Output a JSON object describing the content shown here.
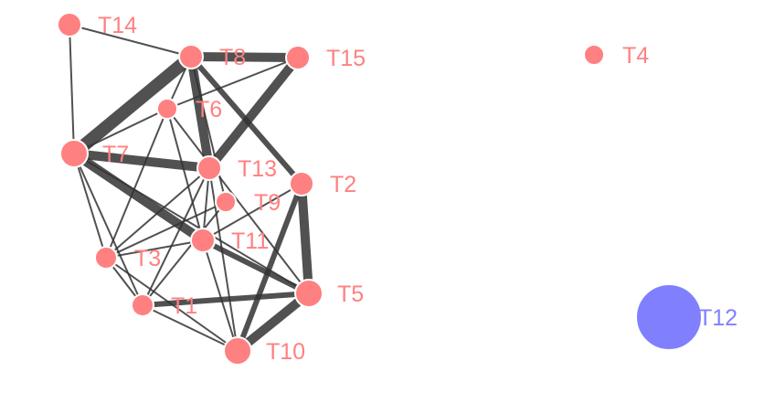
{
  "graph": {
    "edge_color": "#333333",
    "node_color": "#ff8080",
    "isolated_node_color": "#8080ff",
    "label_color": "#ff8080",
    "isolated_label_color": "#8080ff",
    "nodes": [
      {
        "id": "T14",
        "label": "T14"
      },
      {
        "id": "T8",
        "label": "T8"
      },
      {
        "id": "T15",
        "label": "T15"
      },
      {
        "id": "T4",
        "label": "T4"
      },
      {
        "id": "T6",
        "label": "T6"
      },
      {
        "id": "T7",
        "label": "T7"
      },
      {
        "id": "T13",
        "label": "T13"
      },
      {
        "id": "T2",
        "label": "T2"
      },
      {
        "id": "T9",
        "label": "T9"
      },
      {
        "id": "T11",
        "label": "T11"
      },
      {
        "id": "T3",
        "label": "T3"
      },
      {
        "id": "T5",
        "label": "T5"
      },
      {
        "id": "T1",
        "label": "T1"
      },
      {
        "id": "T10",
        "label": "T10"
      },
      {
        "id": "T12",
        "label": "T12"
      }
    ],
    "edges": [
      {
        "source": "T14",
        "target": "T8",
        "weight": 1
      },
      {
        "source": "T14",
        "target": "T7",
        "weight": 1
      },
      {
        "source": "T8",
        "target": "T15",
        "weight": 3
      },
      {
        "source": "T8",
        "target": "T7",
        "weight": 4
      },
      {
        "source": "T8",
        "target": "T13",
        "weight": 3
      },
      {
        "source": "T8",
        "target": "T2",
        "weight": 2
      },
      {
        "source": "T8",
        "target": "T6",
        "weight": 1
      },
      {
        "source": "T8",
        "target": "T9",
        "weight": 1
      },
      {
        "source": "T15",
        "target": "T13",
        "weight": 3
      },
      {
        "source": "T15",
        "target": "T6",
        "weight": 1
      },
      {
        "source": "T6",
        "target": "T7",
        "weight": 1
      },
      {
        "source": "T6",
        "target": "T11",
        "weight": 1
      },
      {
        "source": "T6",
        "target": "T3",
        "weight": 1
      },
      {
        "source": "T6",
        "target": "T5",
        "weight": 1
      },
      {
        "source": "T7",
        "target": "T13",
        "weight": 3
      },
      {
        "source": "T7",
        "target": "T3",
        "weight": 1
      },
      {
        "source": "T7",
        "target": "T1",
        "weight": 1
      },
      {
        "source": "T7",
        "target": "T11",
        "weight": 3
      },
      {
        "source": "T7",
        "target": "T5",
        "weight": 1
      },
      {
        "source": "T13",
        "target": "T3",
        "weight": 1
      },
      {
        "source": "T13",
        "target": "T1",
        "weight": 1
      },
      {
        "source": "T13",
        "target": "T10",
        "weight": 1
      },
      {
        "source": "T13",
        "target": "T11",
        "weight": 1
      },
      {
        "source": "T2",
        "target": "T5",
        "weight": 3
      },
      {
        "source": "T2",
        "target": "T11",
        "weight": 1
      },
      {
        "source": "T2",
        "target": "T10",
        "weight": 2
      },
      {
        "source": "T9",
        "target": "T3",
        "weight": 1
      },
      {
        "source": "T9",
        "target": "T1",
        "weight": 1
      },
      {
        "source": "T11",
        "target": "T5",
        "weight": 2
      },
      {
        "source": "T11",
        "target": "T10",
        "weight": 1
      },
      {
        "source": "T11",
        "target": "T3",
        "weight": 1
      },
      {
        "source": "T3",
        "target": "T1",
        "weight": 1
      },
      {
        "source": "T3",
        "target": "T10",
        "weight": 1
      },
      {
        "source": "T5",
        "target": "T1",
        "weight": 2
      },
      {
        "source": "T5",
        "target": "T10",
        "weight": 3
      },
      {
        "source": "T1",
        "target": "T10",
        "weight": 1
      }
    ]
  }
}
